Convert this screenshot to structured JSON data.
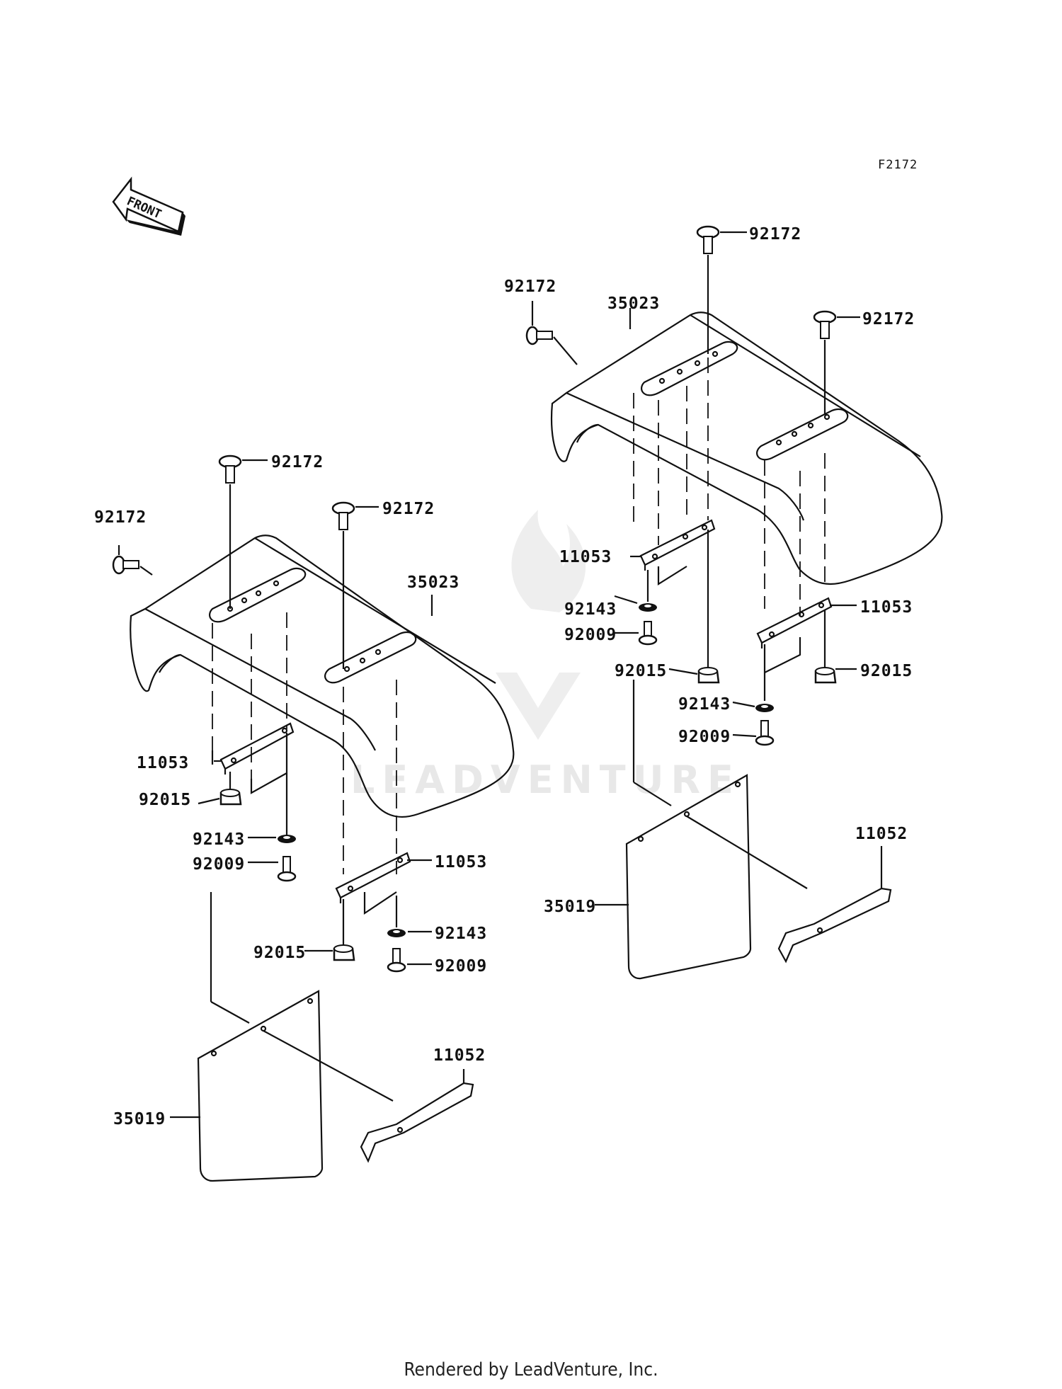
{
  "figure_id": "F2172",
  "front_label": "FRONT",
  "watermark": "LEADVENTURE",
  "footer": "Rendered by LeadVenture, Inc.",
  "left_assembly": {
    "labels": {
      "bolt_top_a": "92172",
      "bolt_top_b": "92172",
      "bolt_side": "92172",
      "fender": "35023",
      "bracket_left": "11053",
      "nut_left": "92015",
      "washer_left": "92143",
      "bolt_left": "92009",
      "bracket_right": "11053",
      "nut_right": "92015",
      "washer_right": "92143",
      "bolt_right": "92009",
      "mudflap": "35019",
      "stay": "11052"
    }
  },
  "right_assembly": {
    "labels": {
      "bolt_top_a": "92172",
      "bolt_top_b": "92172",
      "bolt_side": "92172",
      "fender": "35023",
      "bracket_left": "11053",
      "washer_left": "92143",
      "bolt_left": "92009",
      "nut_left": "92015",
      "bracket_right": "11053",
      "nut_right": "92015",
      "washer_right": "92143",
      "bolt_right": "92009",
      "mudflap": "35019",
      "stay": "11052"
    }
  }
}
